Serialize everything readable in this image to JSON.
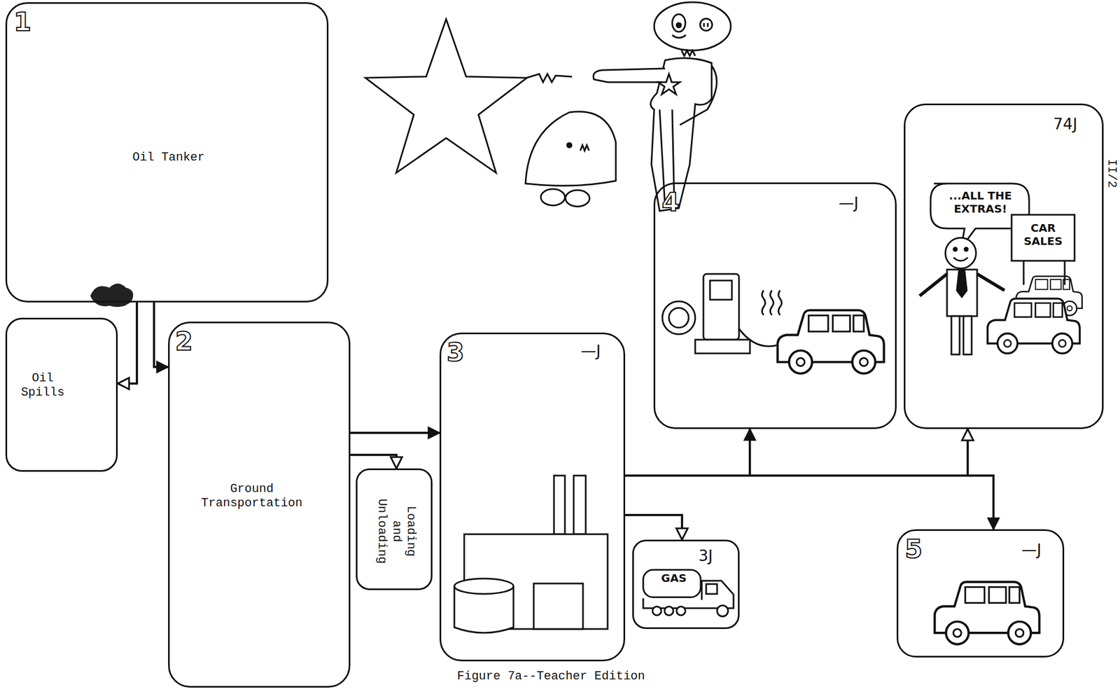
{
  "diagram": {
    "caption": "Figure 7a--Teacher Edition",
    "nodes": [
      {
        "text": [
          "1",
          "Oil Tanker"
        ]
      },
      {
        "text": [
          "Oil Spills"
        ]
      },
      {
        "text": [
          "2",
          "Ground Transportation"
        ]
      },
      {
        "text": [
          "Loading and Unloading"
        ]
      },
      {
        "text": [
          "3",
          "—J"
        ]
      },
      {
        "text": [
          "GAS",
          "3J"
        ]
      },
      {
        "text": [
          "4",
          "—J"
        ]
      },
      {
        "text": [
          "74J",
          "...ALL THE EXTRAS!",
          "CAR SALES"
        ]
      },
      {
        "text": [
          "5",
          "—J"
        ]
      }
    ],
    "edges": [
      {
        "from": 0,
        "to": 2,
        "arrow": "to"
      },
      {
        "from": 0,
        "to": 1,
        "arrow": "to"
      },
      {
        "from": 2,
        "to": 3,
        "arrow": "to"
      },
      {
        "from": 2,
        "to": 4,
        "arrow": "to"
      },
      {
        "from": 4,
        "to": 5,
        "arrow": "to"
      },
      {
        "from": 4,
        "to": 6,
        "arrow": "to"
      },
      {
        "from": 4,
        "to": 7,
        "arrow": "to"
      },
      {
        "from": 4,
        "to": 8,
        "arrow": "to"
      }
    ],
    "labels": [
      "II/2"
    ]
  }
}
